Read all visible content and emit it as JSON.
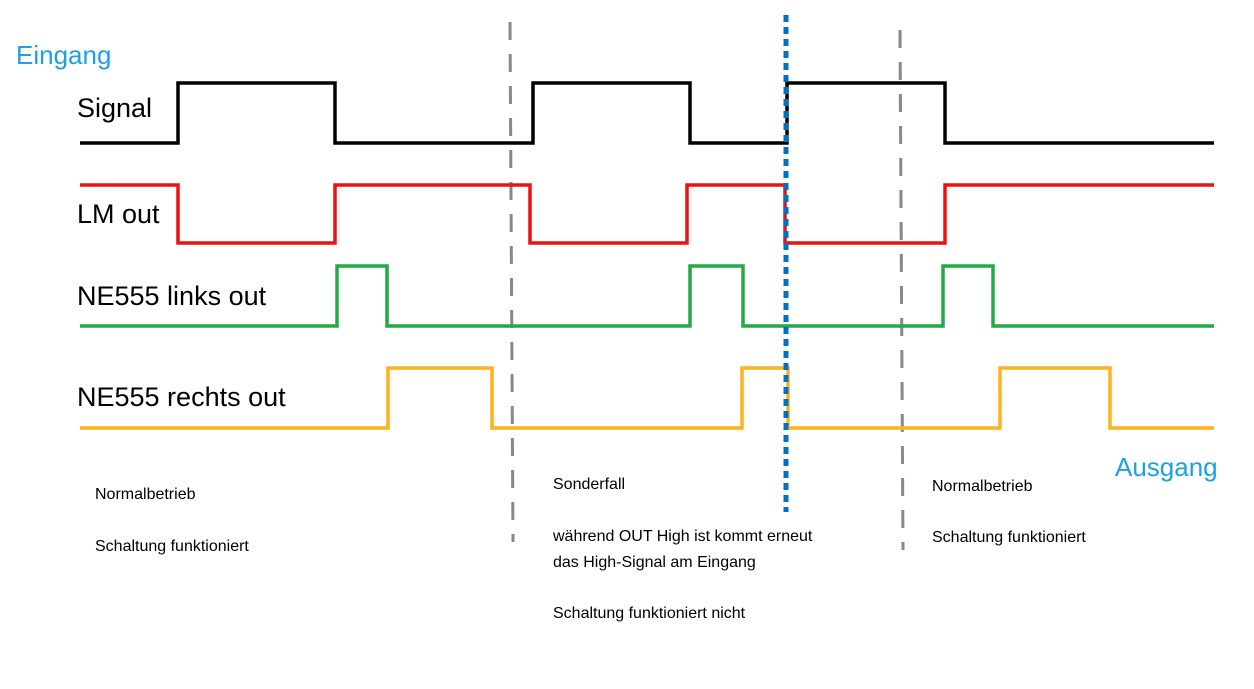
{
  "labels": {
    "input": "Eingang",
    "output": "Ausgang"
  },
  "traces": [
    {
      "name": "signal",
      "label": "Signal",
      "color": "#000000"
    },
    {
      "name": "lm-out",
      "label": "LM out",
      "color": "#ee1111"
    },
    {
      "name": "ne555-links-out",
      "label": "NE555 links out",
      "color": "#22aa44"
    },
    {
      "name": "ne555-rechts-out",
      "label": "NE555 rechts out",
      "color": "#ffb21c"
    }
  ],
  "notes": {
    "left": {
      "title": "Normalbetrieb",
      "status": "Schaltung funktioniert"
    },
    "middle": {
      "title": "Sonderfall",
      "description_line1": "während OUT High ist kommt erneut",
      "description_line2": "das High-Signal am Eingang",
      "status": "Schaltung funktioniert nicht"
    },
    "right": {
      "title": "Normalbetrieb",
      "status": "Schaltung funktioniert"
    }
  },
  "colors": {
    "label_blue": "#1ea0e6",
    "dashed_divider": "#888888",
    "dotted_marker": "#0070c0"
  }
}
